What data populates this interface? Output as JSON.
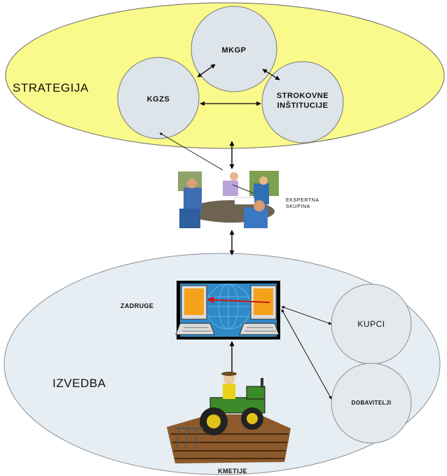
{
  "zones": {
    "strategija": "STRATEGIJA",
    "izvedba": "IZVEDBA"
  },
  "nodes": {
    "mkgp": "MKGP",
    "kgzs": "KGZS",
    "strokovne_line1": "STROKOVNE",
    "strokovne_line2": "INŠTITUCIJE",
    "ekspertna_line1": "EKSPERTNA",
    "ekspertna_line2": "SKUPINA",
    "zadruge": "ZADRUGE",
    "kupci": "KUPCI",
    "dobavitelji": "DOBAVITELJI",
    "kmetije": "KMETIJE"
  },
  "colors": {
    "strategija_fill": "#fafa8c",
    "izvedba_fill": "#e6edf3",
    "circle_fill": "#e4e9ee",
    "strategija_circle_fill": "#dde4ea",
    "line": "#000000",
    "zadruge_frame": "#000000",
    "zadruge_bg": "#f5a21a",
    "zadruge_globe": "#2f89c6"
  },
  "icons": [
    "meeting-clipart-icon",
    "computers-network-icon",
    "tractor-farmer-icon"
  ]
}
